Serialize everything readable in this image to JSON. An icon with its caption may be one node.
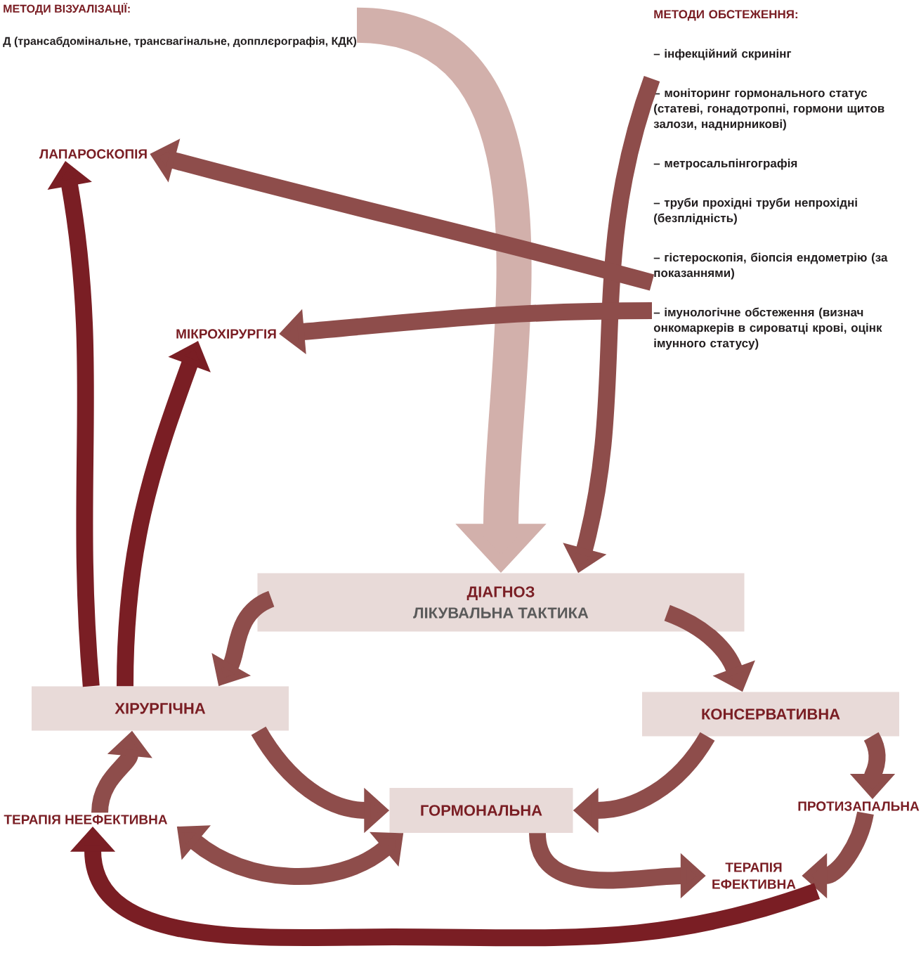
{
  "diagram": {
    "nodes": [
      {
        "text": [
          "МЕТОДИ ВІЗУАЛІЗАЦІЇ:",
          "Д (трансабдомінальне, трансвагінальне, допплєрографія, КДК)"
        ]
      },
      {
        "text": [
          "МЕТОДИ ОБСТЕЖЕННЯ:",
          "– інфекційний скринінг",
          "– моніторинг гормонального статус (статеві, гонадотропні, гормони щитов залози, наднирникові)",
          "– метросальпінгографія",
          "– труби прохідні труби непрохідні (безплідність)",
          "– гістероскопія, біопсія ендометрію (за показаннями)",
          "– імунологічне обстеження (визнач онкомаркерів в сироватці крові, оцінк імунного статусу)"
        ]
      },
      {
        "text": [
          "ЛАПАРОСКОПІЯ"
        ]
      },
      {
        "text": [
          "МІКРОХІРУРГІЯ"
        ]
      },
      {
        "text": [
          "ДІАГНОЗ",
          "ЛІКУВАЛЬНА ТАКТИКА"
        ]
      },
      {
        "text": [
          "ХІРУРГІЧНА"
        ]
      },
      {
        "text": [
          "КОНСЕРВАТИВНА"
        ]
      },
      {
        "text": [
          "ГОРМОНАЛЬНА"
        ]
      },
      {
        "text": [
          "ПРОТИЗАПАЛЬНА"
        ]
      },
      {
        "text": [
          "ТЕРАПІЯ НЕЕФЕКТИВНА"
        ]
      },
      {
        "text": [
          "ТЕРАПІЯ ЕФЕКТИВНА"
        ]
      }
    ],
    "edges": [
      {
        "from": 0,
        "to": 4,
        "arrow": "to",
        "style": "thick",
        "color": "#d2b0ab"
      },
      {
        "from": 1,
        "to": 4,
        "arrow": "to"
      },
      {
        "from": 1,
        "to": 2,
        "arrow": "to"
      },
      {
        "from": 1,
        "to": 3,
        "arrow": "to"
      },
      {
        "from": 4,
        "to": 5,
        "arrow": "to"
      },
      {
        "from": 4,
        "to": 6,
        "arrow": "to"
      },
      {
        "from": 5,
        "to": 7,
        "arrow": "to"
      },
      {
        "from": 6,
        "to": 7,
        "arrow": "to"
      },
      {
        "from": 6,
        "to": 8,
        "arrow": "to"
      },
      {
        "from": 8,
        "to": 10,
        "arrow": "to"
      },
      {
        "from": 7,
        "to": 10,
        "arrow": "to"
      },
      {
        "from": 7,
        "to": 9,
        "arrow": "both"
      },
      {
        "from": 10,
        "to": 9,
        "arrow": "to",
        "color": "#7a1e24"
      },
      {
        "from": 9,
        "to": 5,
        "arrow": "to"
      },
      {
        "from": 5,
        "to": 2,
        "arrow": "to",
        "color": "#7a1e24"
      },
      {
        "from": 5,
        "to": 3,
        "arrow": "to",
        "color": "#7a1e24"
      }
    ]
  }
}
